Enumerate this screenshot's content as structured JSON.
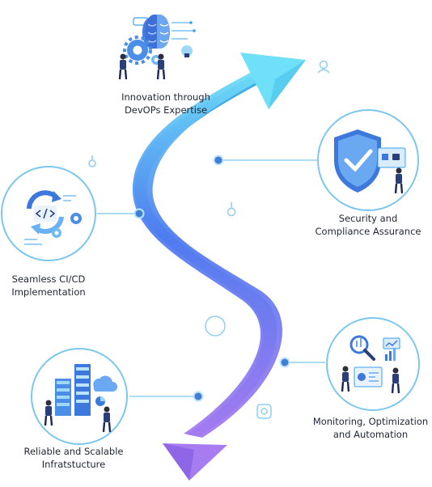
{
  "theme": {
    "arrow_top": "#6ee0f7",
    "arrow_mid": "#4f7ef0",
    "arrow_bottom": "#a77cf1",
    "ring": "#7cc7ee",
    "dot": "#3f7fd6",
    "navy": "#2a3f7a",
    "accent": "#3aa0ea"
  },
  "stages": [
    {
      "id": "innovation",
      "lines": [
        "Innovation through",
        "DevOPs Expertise"
      ],
      "icon": "brain-gears-icon"
    },
    {
      "id": "security",
      "lines": [
        "Security and",
        "Compliance Assurance"
      ],
      "icon": "shield-check-icon"
    },
    {
      "id": "cicd",
      "lines": [
        "Seamless CI/CD",
        "Implementation"
      ],
      "icon": "code-cycle-icon"
    },
    {
      "id": "monitoring",
      "lines": [
        "Monitoring, Optimization",
        "and Automation"
      ],
      "icon": "analytics-dashboard-icon"
    },
    {
      "id": "infrastructure",
      "lines": [
        "Reliable and Scalable",
        "Infratstucture"
      ],
      "icon": "server-cloud-icon"
    }
  ]
}
